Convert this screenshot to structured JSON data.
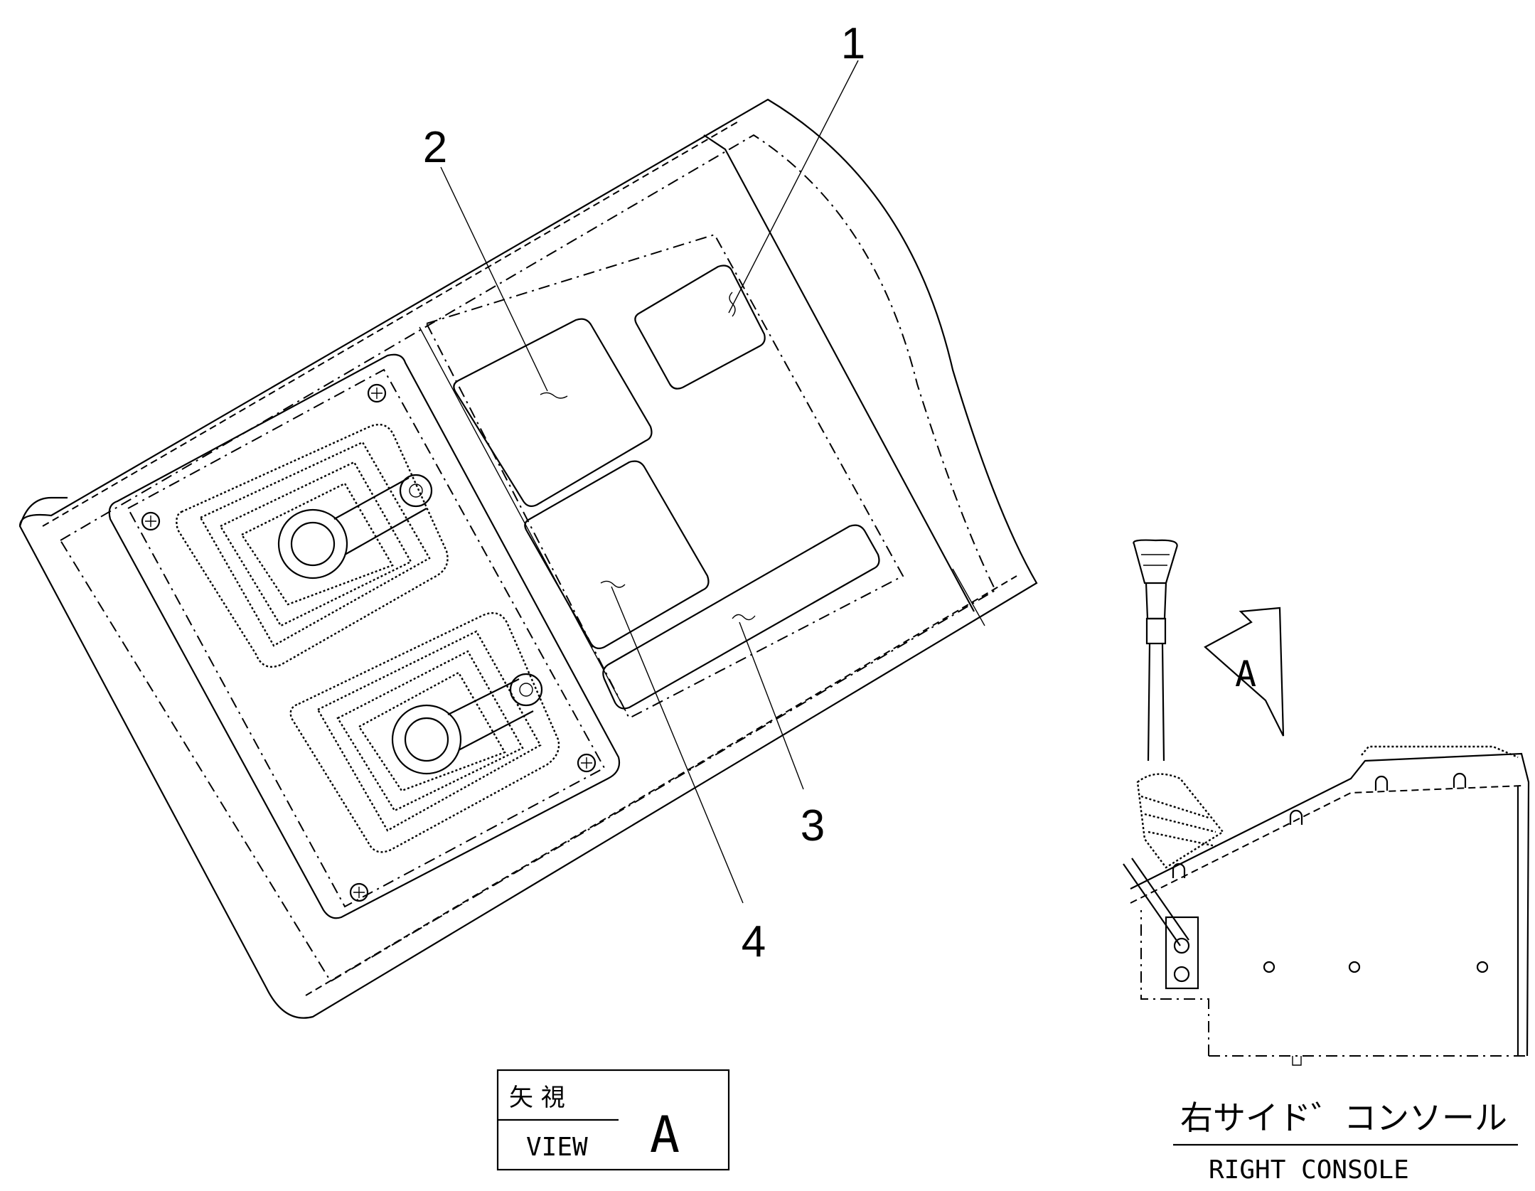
{
  "callouts": [
    "1",
    "2",
    "3",
    "4"
  ],
  "view_box": {
    "jp_label": "矢 視",
    "en_label": "VIEW",
    "letter": "A"
  },
  "side_view": {
    "arrow_letter": "A",
    "title_jp": "右サイド゛コンソール",
    "title_en": "RIGHT CONSOLE"
  }
}
